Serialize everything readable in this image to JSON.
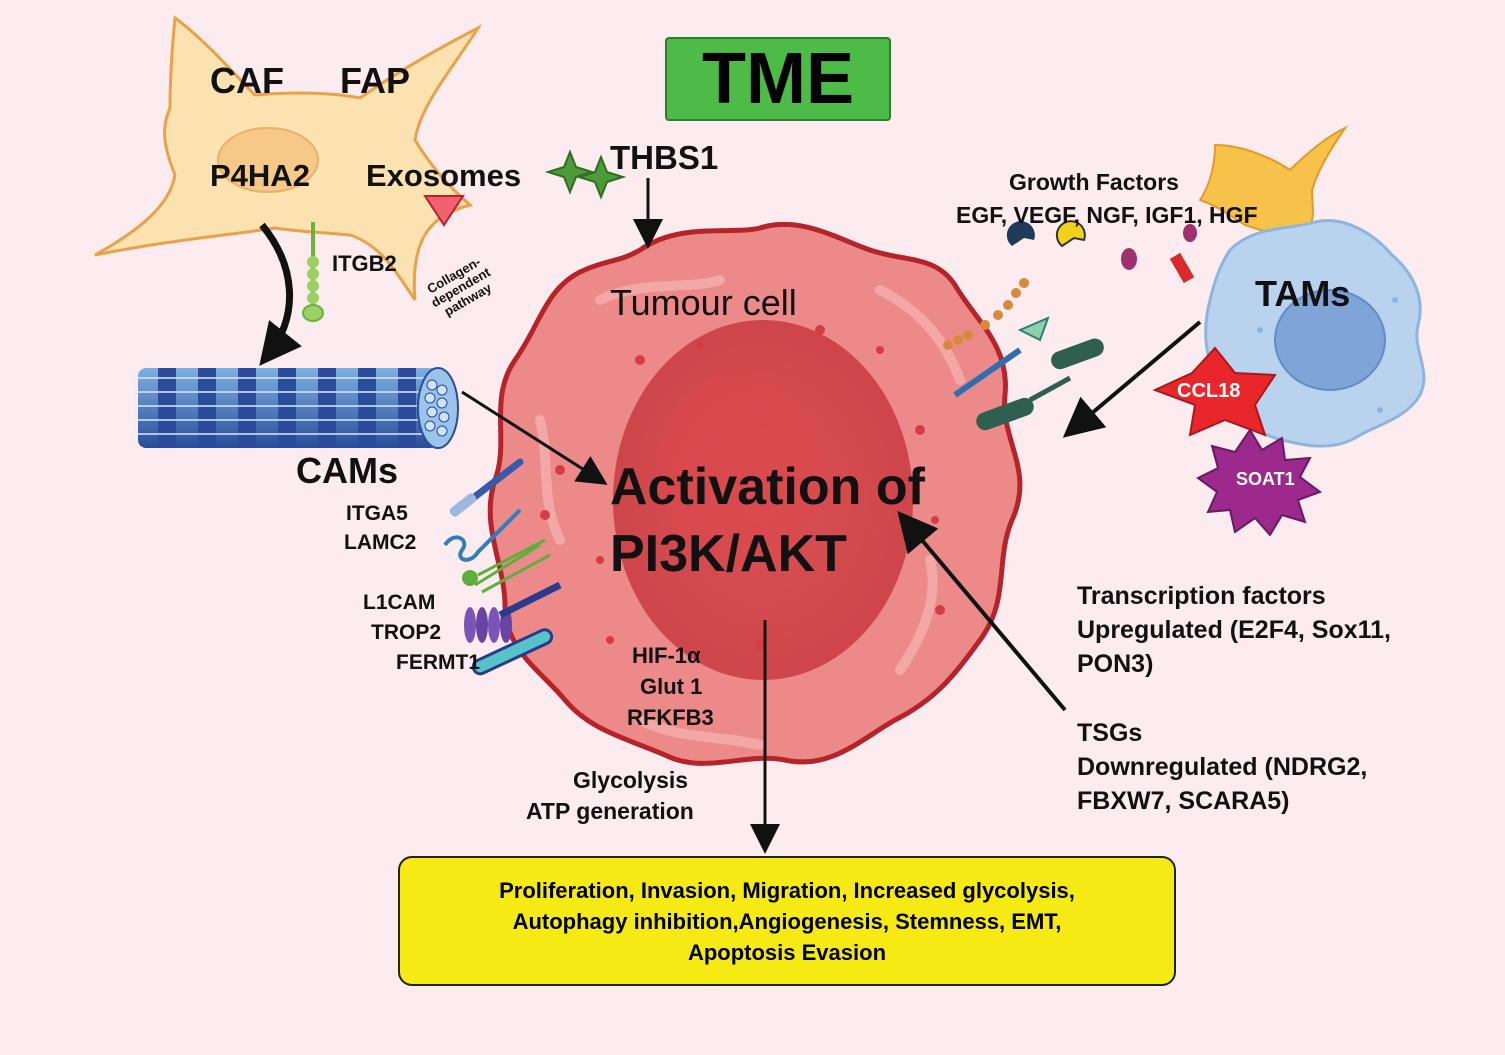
{
  "title": "TME",
  "caf": {
    "caf_label": "CAF",
    "fap_label": "FAP",
    "p4ha2_label": "P4HA2",
    "exosomes_label": "Exosomes",
    "itgb2_label": "ITGB2",
    "collagen_label_lines": [
      "Collagen-",
      "dependent",
      "pathway"
    ]
  },
  "thbs1_label": "THBS1",
  "cams": {
    "title": "CAMs",
    "itga5": "ITGA5",
    "lamc2": "LAMC2",
    "l1cam": "L1CAM",
    "trop2": "TROP2",
    "fermt1": "FERMT1"
  },
  "tumour": {
    "label": "Tumour cell",
    "activation_line1": "Activation of",
    "activation_line2": "PI3K/AKT",
    "hif": "HIF-1α",
    "glut": "Glut 1",
    "rfkfb3": "RFKFB3",
    "glycolysis": "Glycolysis",
    "atp": "ATP generation"
  },
  "growth_factors": {
    "title": "Growth Factors",
    "list": "EGF, VEGF, NGF, IGF1, HGF"
  },
  "tams": {
    "label": "TAMs",
    "ccl18": "CCL18",
    "soat1": "SOAT1"
  },
  "transcription": {
    "line1": "Transcription factors",
    "line2": "Upregulated (E2F4, Sox11,",
    "line3": "PON3)"
  },
  "tsgs": {
    "line1": "TSGs",
    "line2": "Downregulated (NDRG2,",
    "line3": "FBXW7, SCARA5)"
  },
  "outcomes": {
    "line1": "Proliferation, Invasion, Migration, Increased glycolysis,",
    "line2": "Autophagy inhibition,Angiogenesis, Stemness, EMT,",
    "line3": "Apoptosis Evasion"
  },
  "colors": {
    "background": "#fdecef",
    "tme_box": "#4cbb47",
    "outcome_box": "#f5ea14",
    "tumour_fill": "#ec8a8a",
    "caf_fill": "#fbe2b0",
    "tam_fill": "#b9d3ee",
    "ccl18": "#e8262b",
    "soat1": "#9b2a8c"
  }
}
